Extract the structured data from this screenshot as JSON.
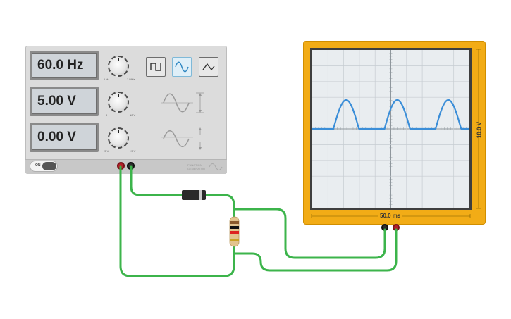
{
  "function_generator": {
    "frequency_display": "60.0 Hz",
    "amplitude_display": "5.00 V",
    "offset_display": "0.00 V",
    "freq_knob_min": "1 Hz",
    "freq_knob_max": "1 MHz",
    "amp_knob_min": "0",
    "amp_knob_max": "10 V",
    "offset_knob_min": "−5 V",
    "offset_knob_max": "+5 V",
    "waveforms": [
      "square",
      "sine",
      "triangle"
    ],
    "selected_waveform": "sine",
    "power_toggle_label": "ON",
    "brand_line1": "FUNCTION",
    "brand_line2": "GENERATOR",
    "accent_color": "#7fb9d8"
  },
  "oscilloscope": {
    "time_scale": "50.0 ms",
    "volt_scale": "10.0 V",
    "frame_color": "#f2ac16",
    "trace_color": "#3b8ed8"
  },
  "circuit": {
    "wire_color": "#3cb44b",
    "components": [
      "diode",
      "resistor"
    ]
  }
}
